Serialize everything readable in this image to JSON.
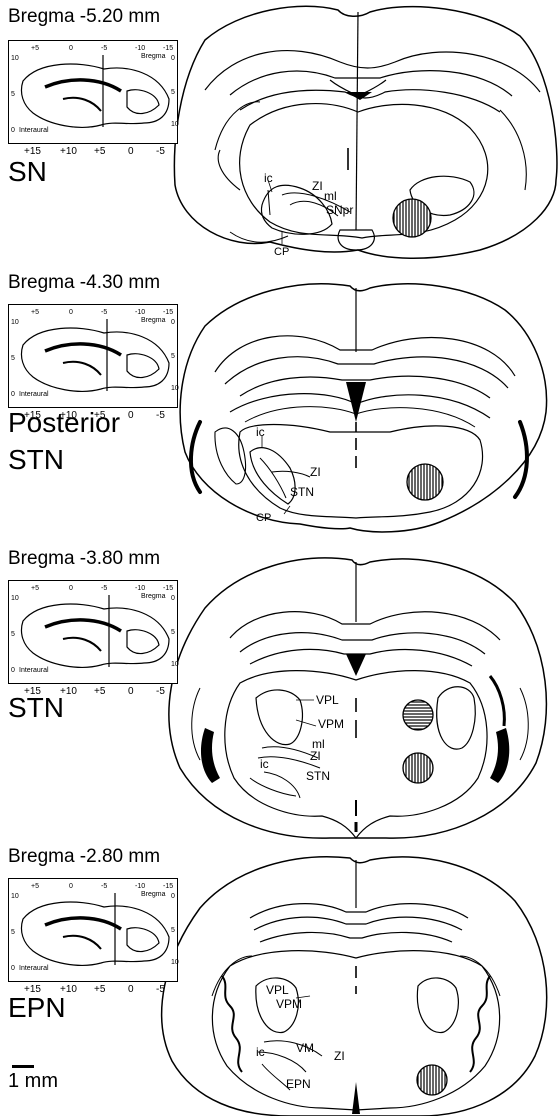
{
  "panels": [
    {
      "bregma": "Bregma -5.20 mm",
      "region": [
        "SN"
      ],
      "inset": {
        "top": [
          "+5",
          "0",
          "-5",
          "-10",
          "-15"
        ],
        "bregma_label": "Bregma",
        "left_a": "10",
        "left_b": "5",
        "left_c": "0",
        "interaural": "Interaural",
        "bottom": [
          "+15",
          "+10",
          "+5",
          "0",
          "-5"
        ],
        "right": [
          "0",
          "5",
          "10"
        ]
      },
      "labels": {
        "ic": "ic",
        "zi": "ZI",
        "ml": "ml",
        "sn": "SNpr",
        "cp": "CP"
      }
    },
    {
      "bregma": "Bregma -4.30 mm",
      "region": [
        "Posterior",
        "STN"
      ],
      "inset": {
        "top": [
          "+5",
          "0",
          "-5",
          "-10",
          "-15"
        ],
        "bregma_label": "Bregma",
        "left_a": "10",
        "left_b": "5",
        "left_c": "0",
        "interaural": "Interaural",
        "bottom": [
          "+15",
          "+10",
          "+5",
          "0",
          "-5"
        ],
        "right": [
          "0",
          "5",
          "10"
        ]
      },
      "labels": {
        "ic": "ic",
        "zi": "ZI",
        "stn": "STN",
        "cp": "CP"
      }
    },
    {
      "bregma": "Bregma -3.80 mm",
      "region": [
        "STN"
      ],
      "inset": {
        "top": [
          "+5",
          "0",
          "-5",
          "-10",
          "-15"
        ],
        "bregma_label": "Bregma",
        "left_a": "10",
        "left_b": "5",
        "left_c": "0",
        "interaural": "Interaural",
        "bottom": [
          "+15",
          "+10",
          "+5",
          "0",
          "-5"
        ],
        "right": [
          "0",
          "5",
          "10"
        ]
      },
      "labels": {
        "vpl": "VPL",
        "vpm": "VPM",
        "ml": "ml",
        "zi": "ZI",
        "ic": "ic",
        "stn": "STN"
      }
    },
    {
      "bregma": "Bregma -2.80 mm",
      "region": [
        "EPN"
      ],
      "inset": {
        "top": [
          "+5",
          "0",
          "-5",
          "-10",
          "-15"
        ],
        "bregma_label": "Bregma",
        "left_a": "10",
        "left_b": "5",
        "left_c": "0",
        "interaural": "Interaural",
        "bottom": [
          "+15",
          "+10",
          "+5",
          "0",
          "-5"
        ],
        "right": [
          "0",
          "5",
          "10"
        ]
      },
      "labels": {
        "vpl": "VPL",
        "vpm": "VPM",
        "ic": "ic",
        "vm": "VM",
        "zi": "ZI",
        "epn": "EPN"
      }
    }
  ],
  "scale": {
    "label": "1 mm"
  }
}
